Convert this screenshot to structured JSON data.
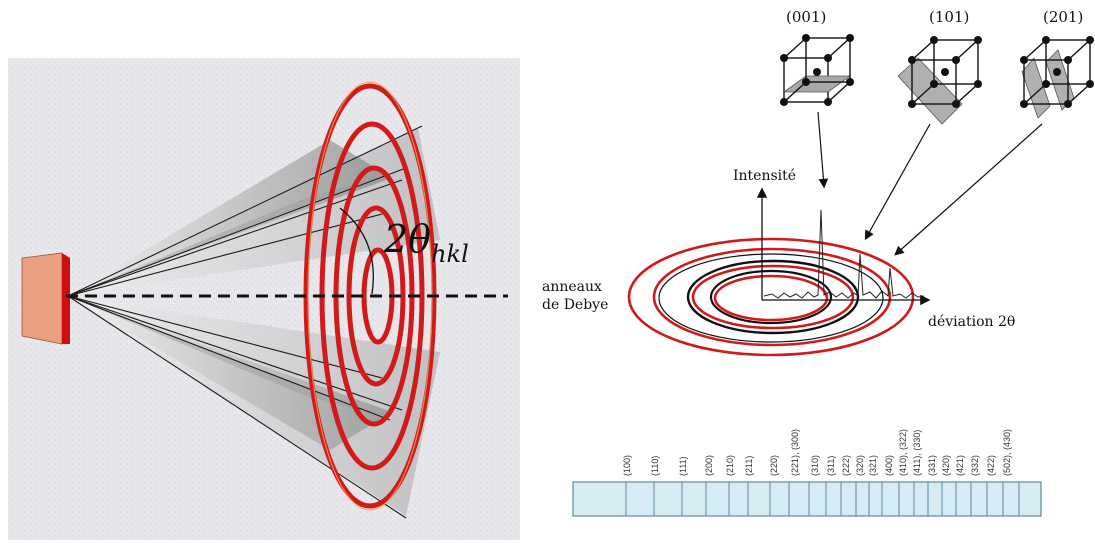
{
  "left_panel": {
    "angle_label": {
      "main": "2θ",
      "subscript": "hkl"
    }
  },
  "right_panel": {
    "planes": [
      {
        "label": "(001)"
      },
      {
        "label": "(101)"
      },
      {
        "label": "(201)"
      }
    ],
    "intensity_label": "Intensité",
    "rings_label_line1": "anneaux",
    "rings_label_line2": "de Debye",
    "deviation_label": "déviation 2θ"
  },
  "index_strip": {
    "labels": [
      "(100)",
      "(110)",
      "(111)",
      "(200)",
      "(210)",
      "(211)",
      "(220)",
      "(221), (300)",
      "(310)",
      "(311)",
      "(222)",
      "(320)",
      "(321)",
      "(400)",
      "(410), (322)",
      "(411), (330)",
      "(331)",
      "(420)",
      "(421)",
      "(332)",
      "(422)",
      "(502), (430)"
    ]
  },
  "colors": {
    "ring_red": "#d11a1a",
    "detector_face": "#e8a080",
    "detector_edge": "#cc1010",
    "panel_bg": "#e6e6e9",
    "strip_fill": "#d8ecf4",
    "strip_border": "#5a8aa0"
  }
}
